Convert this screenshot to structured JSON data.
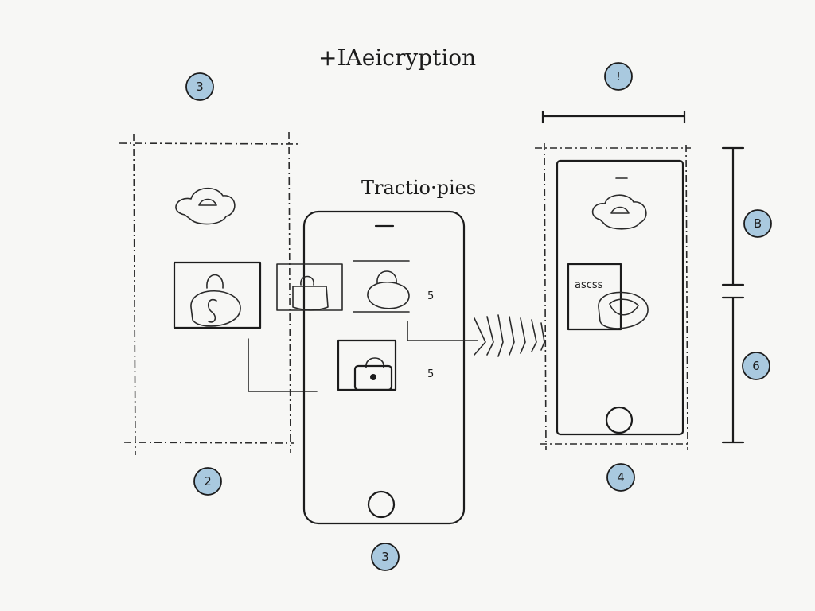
{
  "diagram": {
    "title": "+IAeicryption",
    "center_phone_label": "Tractio·pies",
    "right_phone_text": "ascss",
    "side_marks": [
      "5",
      "5"
    ],
    "badges": {
      "top_left": "3",
      "top_right": "!",
      "right_upper": "B",
      "right_lower": "6",
      "left_bottom": "2",
      "right_bottom": "4",
      "center_bottom": "3"
    },
    "colors": {
      "badge_fill": "#a9c9df",
      "ink": "#1c1c1c",
      "paper": "#f7f7f5"
    }
  }
}
